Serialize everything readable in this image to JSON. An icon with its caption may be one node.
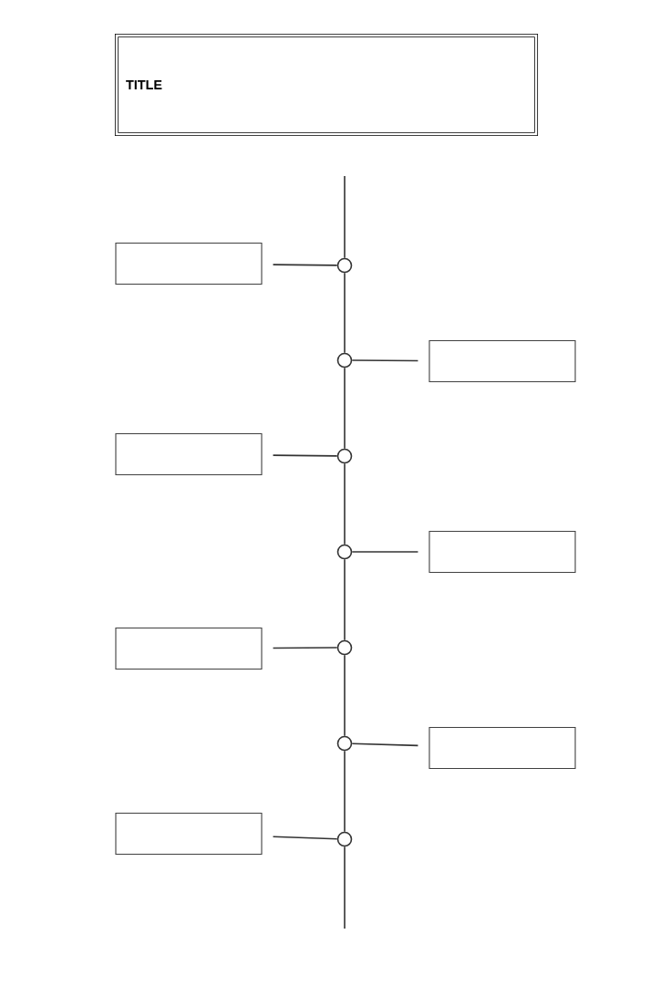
{
  "diagram": {
    "nodes": [
      {
        "text": [
          "TITLE"
        ]
      },
      {
        "text": [],
        "shape": "box"
      },
      {
        "text": [],
        "shape": "circle"
      },
      {
        "text": [],
        "shape": "circle"
      },
      {
        "text": [],
        "shape": "box"
      },
      {
        "text": [],
        "shape": "box"
      },
      {
        "text": [],
        "shape": "circle"
      },
      {
        "text": [],
        "shape": "circle"
      },
      {
        "text": [],
        "shape": "box"
      },
      {
        "text": [],
        "shape": "box"
      },
      {
        "text": [],
        "shape": "circle"
      },
      {
        "text": [],
        "shape": "circle"
      },
      {
        "text": [],
        "shape": "box"
      },
      {
        "text": [],
        "shape": "box"
      },
      {
        "text": [],
        "shape": "circle"
      }
    ],
    "edges": [
      {
        "from": 1,
        "to": 2,
        "arrow": "none"
      },
      {
        "from": 4,
        "to": 3,
        "arrow": "none"
      },
      {
        "from": 5,
        "to": 6,
        "arrow": "none"
      },
      {
        "from": 8,
        "to": 7,
        "arrow": "none"
      },
      {
        "from": 9,
        "to": 10,
        "arrow": "none"
      },
      {
        "from": 12,
        "to": 11,
        "arrow": "none"
      },
      {
        "from": 13,
        "to": 14,
        "arrow": "none"
      },
      {
        "from": null,
        "to": 2,
        "arrow": "none"
      },
      {
        "from": 2,
        "to": 3,
        "arrow": "none"
      },
      {
        "from": 3,
        "to": 6,
        "arrow": "none"
      },
      {
        "from": 6,
        "to": 7,
        "arrow": "none"
      },
      {
        "from": 7,
        "to": 10,
        "arrow": "none"
      },
      {
        "from": 10,
        "to": 11,
        "arrow": "none"
      },
      {
        "from": 11,
        "to": 14,
        "arrow": "none"
      },
      {
        "from": 14,
        "to": null,
        "arrow": "none"
      }
    ]
  }
}
